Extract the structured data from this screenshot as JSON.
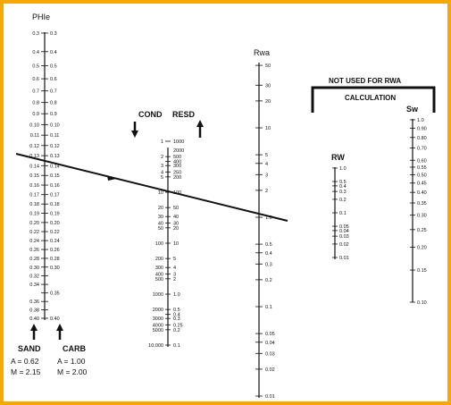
{
  "colors": {
    "frame": "#f5a800",
    "ink": "#111111",
    "background": "#ffffff"
  },
  "icons": {
    "cond_arrow": "arrow-down-icon",
    "resd_arrow": "arrow-up-icon",
    "sand_arrow": "arrow-up-icon",
    "carb_arrow": "arrow-up-icon",
    "index_arrow": "arrow-right-icon"
  },
  "labels": {
    "phie": "PHIe",
    "cond": "COND",
    "resd": "RESD",
    "rwa": "Rwa",
    "not_used": "NOT USED FOR RWA",
    "calculation": "CALCULATION",
    "rw": "RW",
    "sw": "Sw",
    "sand": "SAND",
    "carb": "CARB",
    "sand_a": "A = 0.62",
    "sand_m": "M = 2.15",
    "carb_a": "A = 1.00",
    "carb_m": "M = 2.00"
  },
  "scales": {
    "phie": {
      "ticks": [
        {
          "v": 0.3,
          "l": "0.3",
          "r": "0.3"
        },
        {
          "v": 0.4,
          "l": "0.4",
          "r": "0.4"
        },
        {
          "v": 0.5,
          "l": "0.5",
          "r": "0.5"
        },
        {
          "v": 0.6,
          "l": "0.6",
          "r": "0.6"
        },
        {
          "v": 0.7,
          "l": "0.7",
          "r": "0.7"
        },
        {
          "v": 0.8,
          "l": "0.8",
          "r": "0.8"
        },
        {
          "v": 0.9,
          "l": "0.9",
          "r": "0.9"
        },
        {
          "v": 0.1,
          "l": "0.10",
          "r": "0.10"
        },
        {
          "v": 0.11,
          "l": "0.11",
          "r": "0.11"
        },
        {
          "v": 0.12,
          "l": "0.12",
          "r": "0.12"
        },
        {
          "v": 0.13,
          "l": "0.13",
          "r": "0.13"
        },
        {
          "v": 0.14,
          "l": "0.14",
          "r": "0.14"
        },
        {
          "v": 0.15,
          "l": "0.15",
          "r": "0.15"
        },
        {
          "v": 0.16,
          "l": "0.16",
          "r": "0.16"
        },
        {
          "v": 0.17,
          "l": "0.17",
          "r": "0.17"
        },
        {
          "v": 0.18,
          "l": "0.18",
          "r": "0.18"
        },
        {
          "v": 0.19,
          "l": "0.19",
          "r": "0.19"
        },
        {
          "v": 0.2,
          "l": "0.20",
          "r": "0.20"
        },
        {
          "v": 0.22,
          "l": "0.22",
          "r": "0.22"
        },
        {
          "v": 0.24,
          "l": "0.24",
          "r": "0.24"
        },
        {
          "v": 0.26,
          "l": "0.26",
          "r": "0.26"
        },
        {
          "v": 0.28,
          "l": "0.28",
          "r": "0.28"
        },
        {
          "v": 0.3,
          "l": "0.30",
          "r": "0.30"
        },
        {
          "v": 0.32,
          "l": "0.32",
          "r": ""
        },
        {
          "v": 0.34,
          "l": "0.34",
          "r": ""
        },
        {
          "v": 0.35,
          "l": "",
          "r": "0.35"
        },
        {
          "v": 0.36,
          "l": "0.36",
          "r": ""
        },
        {
          "v": 0.38,
          "l": "0.38",
          "r": ""
        },
        {
          "v": 0.4,
          "l": "0.40",
          "r": "0.40"
        }
      ]
    },
    "cond": {
      "ticks": [
        {
          "v": 1,
          "cond": "1",
          "resd": "1000"
        },
        {
          "v": 2,
          "cond": "2",
          "resd": "500"
        },
        {
          "v": 2.5,
          "cond": "",
          "resd": "400"
        },
        {
          "v": 3,
          "cond": "3",
          "resd": "300"
        },
        {
          "v": 4,
          "cond": "4",
          "resd": "250"
        },
        {
          "v": 5,
          "cond": "5",
          "resd": "200"
        },
        {
          "v": 10,
          "cond": "10",
          "resd": "100"
        },
        {
          "v": 20,
          "cond": "20",
          "resd": "50"
        },
        {
          "v": 30,
          "cond": "30",
          "resd": "40"
        },
        {
          "v": 40,
          "cond": "40",
          "resd": "30"
        },
        {
          "v": 50,
          "cond": "50",
          "resd": "20"
        },
        {
          "v": 100,
          "cond": "100",
          "resd": "10"
        },
        {
          "v": 200,
          "cond": "200",
          "resd": "5"
        },
        {
          "v": 300,
          "cond": "300",
          "resd": "4"
        },
        {
          "v": 400,
          "cond": "400",
          "resd": "3"
        },
        {
          "v": 500,
          "cond": "500",
          "resd": "2"
        },
        {
          "v": 1000,
          "cond": "1000",
          "resd": "1.0"
        },
        {
          "v": 2000,
          "cond": "2000",
          "resd": "0.5"
        },
        {
          "v": 2500,
          "cond": "",
          "resd": "0.4"
        },
        {
          "v": 3000,
          "cond": "3000",
          "resd": "0.3"
        },
        {
          "v": 4000,
          "cond": "4000",
          "resd": "0.25"
        },
        {
          "v": 5000,
          "cond": "5000",
          "resd": "0.2"
        },
        {
          "v": 10000,
          "cond": "10,000",
          "resd": "0.1"
        }
      ],
      "top_label": "2000"
    },
    "rwa": {
      "ticks": [
        {
          "v": 50,
          "l": "50"
        },
        {
          "v": 30,
          "l": "30"
        },
        {
          "v": 20,
          "l": "20"
        },
        {
          "v": 10,
          "l": "10"
        },
        {
          "v": 5,
          "l": "5"
        },
        {
          "v": 4,
          "l": "4"
        },
        {
          "v": 3,
          "l": "3"
        },
        {
          "v": 2,
          "l": "2"
        },
        {
          "v": 1,
          "l": "1.0"
        },
        {
          "v": 0.5,
          "l": "0.5"
        },
        {
          "v": 0.4,
          "l": "0.4"
        },
        {
          "v": 0.3,
          "l": "0.3"
        },
        {
          "v": 0.2,
          "l": "0.2"
        },
        {
          "v": 0.1,
          "l": "0.1"
        },
        {
          "v": 0.05,
          "l": "0.05"
        },
        {
          "v": 0.04,
          "l": "0.04"
        },
        {
          "v": 0.03,
          "l": "0.03"
        },
        {
          "v": 0.02,
          "l": "0.02"
        },
        {
          "v": 0.01,
          "l": "0.01"
        }
      ]
    },
    "rw": {
      "ticks": [
        {
          "v": 1.0,
          "l": "1.0"
        },
        {
          "v": 0.5,
          "l": "0.5"
        },
        {
          "v": 0.4,
          "l": "0.4"
        },
        {
          "v": 0.3,
          "l": "0.3"
        },
        {
          "v": 0.2,
          "l": "0.2"
        },
        {
          "v": 0.1,
          "l": "0.1"
        },
        {
          "v": 0.05,
          "l": "0.05"
        },
        {
          "v": 0.04,
          "l": "0.04"
        },
        {
          "v": 0.03,
          "l": "0.03"
        },
        {
          "v": 0.02,
          "l": "0.02"
        },
        {
          "v": 0.01,
          "l": "0.01"
        }
      ]
    },
    "sw": {
      "ticks": [
        {
          "v": 1.0,
          "l": "1.0"
        },
        {
          "v": 0.9,
          "l": "0.90"
        },
        {
          "v": 0.8,
          "l": "0.80"
        },
        {
          "v": 0.7,
          "l": "0.70"
        },
        {
          "v": 0.6,
          "l": "0.60"
        },
        {
          "v": 0.55,
          "l": "0.55"
        },
        {
          "v": 0.5,
          "l": "0.50"
        },
        {
          "v": 0.45,
          "l": "0.45"
        },
        {
          "v": 0.4,
          "l": "0.40"
        },
        {
          "v": 0.35,
          "l": "0.35"
        },
        {
          "v": 0.3,
          "l": "0.30"
        },
        {
          "v": 0.25,
          "l": "0.25"
        },
        {
          "v": 0.2,
          "l": "0.20"
        },
        {
          "v": 0.15,
          "l": "0.15"
        },
        {
          "v": 0.1,
          "l": "0.10"
        }
      ]
    }
  },
  "example_line": {
    "phie": 0.1,
    "rwa": 1.0
  }
}
